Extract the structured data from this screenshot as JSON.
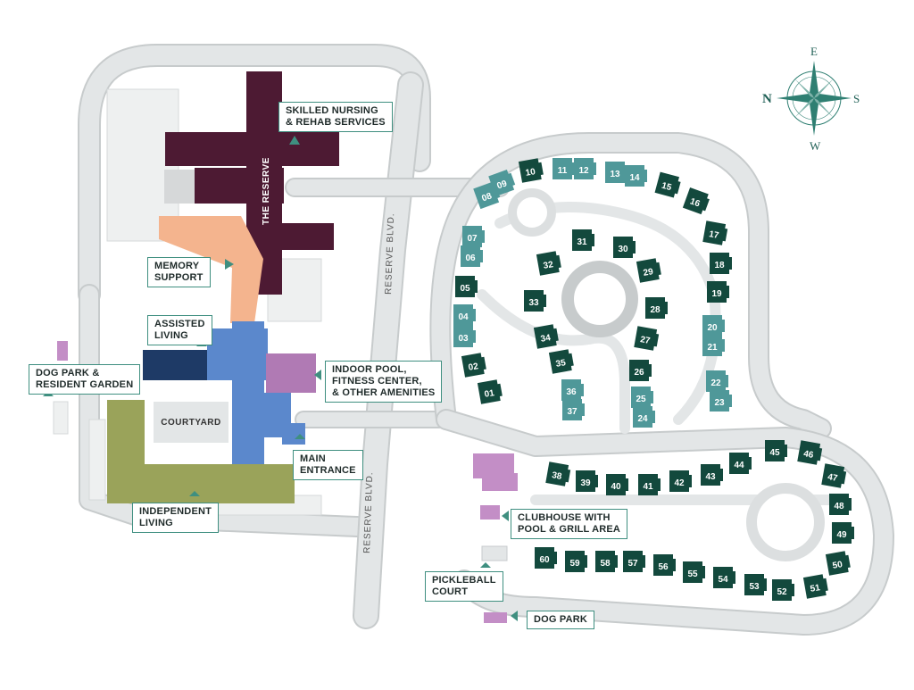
{
  "colors": {
    "road": "#dcdfe0",
    "road_edge": "#c7cbcc",
    "lot": "#eef0f0",
    "reserve": "#4d1a33",
    "memory_support": "#f4b48e",
    "assisted_living": "#1e3a66",
    "main_building": "#5b88cc",
    "amenities": "#b07ab4",
    "independent_living": "#9aa35a",
    "callout_border": "#3f8f80",
    "unit_dark": "#13493d",
    "unit_light": "#4f9899",
    "clubhouse": "#c38ec6",
    "compass": "#2f7f72"
  },
  "compass": {
    "n": "N",
    "e": "E",
    "s": "S",
    "w": "W"
  },
  "roads": {
    "reserve_blvd_upper": "RESERVE BLVD.",
    "reserve_blvd_lower": "RESERVE BLVD."
  },
  "buildings": {
    "the_reserve": "THE RESERVE",
    "courtyard": "COURTYARD"
  },
  "callouts": {
    "skilled_nursing": "SKILLED NURSING\n& REHAB SERVICES",
    "memory_support": "MEMORY\nSUPPORT",
    "assisted_living": "ASSISTED\nLIVING",
    "dog_park_garden": "DOG PARK &\nRESIDENT GARDEN",
    "indoor_pool": "INDOOR POOL,\nFITNESS CENTER,\n& OTHER AMENITIES",
    "main_entrance": "MAIN\nENTRANCE",
    "independent_living": "INDEPENDENT\nLIVING",
    "clubhouse": "CLUBHOUSE WITH\nPOOL & GRILL AREA",
    "pickleball": "PICKLEBALL\nCOURT",
    "dog_park": "DOG PARK"
  },
  "units": [
    {
      "label": "01",
      "tone": "dark"
    },
    {
      "label": "02",
      "tone": "dark"
    },
    {
      "label": "03",
      "tone": "light"
    },
    {
      "label": "04",
      "tone": "light"
    },
    {
      "label": "05",
      "tone": "dark"
    },
    {
      "label": "06",
      "tone": "light"
    },
    {
      "label": "07",
      "tone": "light"
    },
    {
      "label": "08",
      "tone": "light"
    },
    {
      "label": "09",
      "tone": "light"
    },
    {
      "label": "10",
      "tone": "dark"
    },
    {
      "label": "11",
      "tone": "light"
    },
    {
      "label": "12",
      "tone": "light"
    },
    {
      "label": "13",
      "tone": "light"
    },
    {
      "label": "14",
      "tone": "light"
    },
    {
      "label": "15",
      "tone": "dark"
    },
    {
      "label": "16",
      "tone": "dark"
    },
    {
      "label": "17",
      "tone": "dark"
    },
    {
      "label": "18",
      "tone": "dark"
    },
    {
      "label": "19",
      "tone": "dark"
    },
    {
      "label": "20",
      "tone": "light"
    },
    {
      "label": "21",
      "tone": "light"
    },
    {
      "label": "22",
      "tone": "light"
    },
    {
      "label": "23",
      "tone": "light"
    },
    {
      "label": "24",
      "tone": "light"
    },
    {
      "label": "25",
      "tone": "light"
    },
    {
      "label": "26",
      "tone": "dark"
    },
    {
      "label": "27",
      "tone": "dark"
    },
    {
      "label": "28",
      "tone": "dark"
    },
    {
      "label": "29",
      "tone": "dark"
    },
    {
      "label": "30",
      "tone": "dark"
    },
    {
      "label": "31",
      "tone": "dark"
    },
    {
      "label": "32",
      "tone": "dark"
    },
    {
      "label": "33",
      "tone": "dark"
    },
    {
      "label": "34",
      "tone": "dark"
    },
    {
      "label": "35",
      "tone": "dark"
    },
    {
      "label": "36",
      "tone": "light"
    },
    {
      "label": "37",
      "tone": "light"
    },
    {
      "label": "38",
      "tone": "dark"
    },
    {
      "label": "39",
      "tone": "dark"
    },
    {
      "label": "40",
      "tone": "dark"
    },
    {
      "label": "41",
      "tone": "dark"
    },
    {
      "label": "42",
      "tone": "dark"
    },
    {
      "label": "43",
      "tone": "dark"
    },
    {
      "label": "44",
      "tone": "dark"
    },
    {
      "label": "45",
      "tone": "dark"
    },
    {
      "label": "46",
      "tone": "dark"
    },
    {
      "label": "47",
      "tone": "dark"
    },
    {
      "label": "48",
      "tone": "dark"
    },
    {
      "label": "49",
      "tone": "dark"
    },
    {
      "label": "50",
      "tone": "dark"
    },
    {
      "label": "51",
      "tone": "dark"
    },
    {
      "label": "52",
      "tone": "dark"
    },
    {
      "label": "53",
      "tone": "dark"
    },
    {
      "label": "54",
      "tone": "dark"
    },
    {
      "label": "55",
      "tone": "dark"
    },
    {
      "label": "56",
      "tone": "dark"
    },
    {
      "label": "57",
      "tone": "dark"
    },
    {
      "label": "58",
      "tone": "dark"
    },
    {
      "label": "59",
      "tone": "dark"
    },
    {
      "label": "60",
      "tone": "dark"
    }
  ]
}
